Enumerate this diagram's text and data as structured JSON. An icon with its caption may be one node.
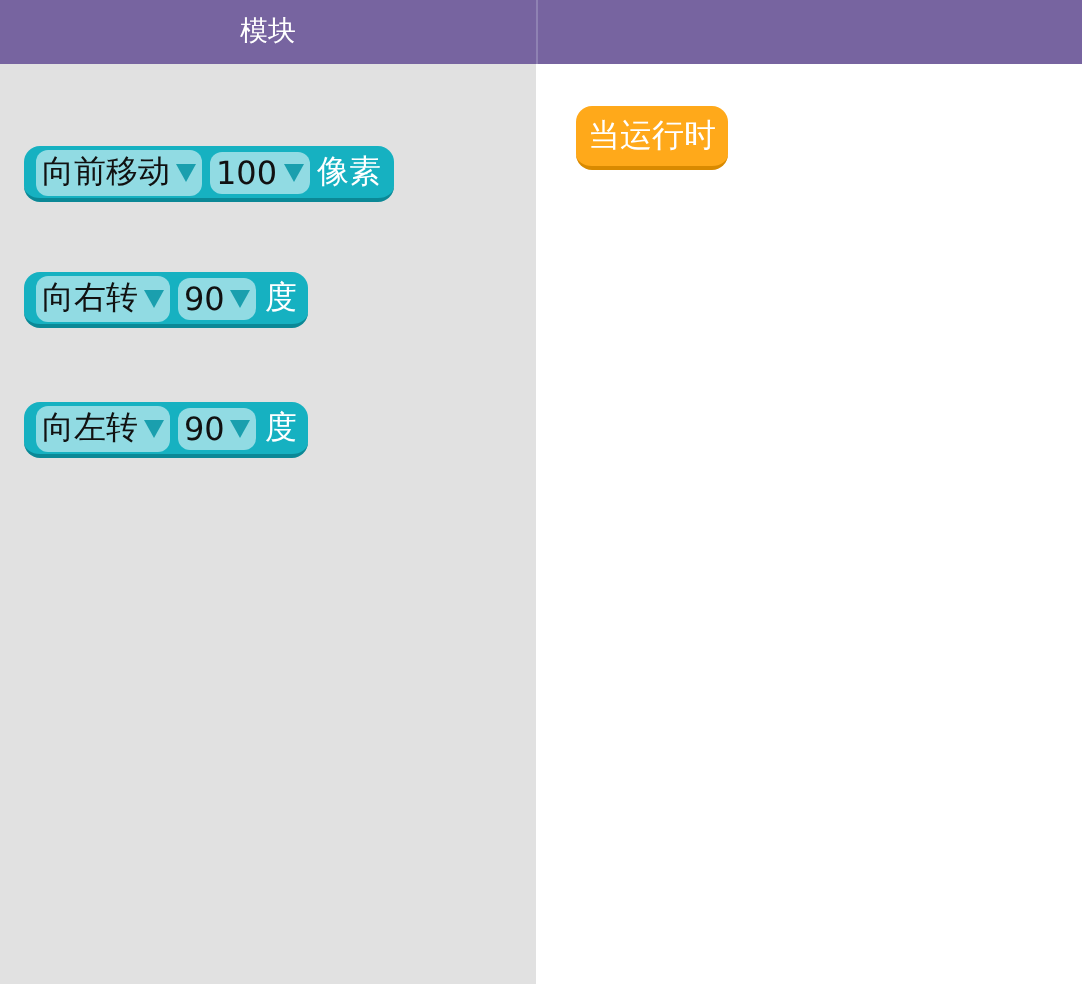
{
  "diagram": {
    "nodes": [
      {
        "text": [
          "模块"
        ]
      },
      {
        "text": [
          "向前移动",
          "100",
          "像素"
        ],
        "in": 0
      },
      {
        "text": [
          "向右转",
          "90",
          "度"
        ],
        "in": 0
      },
      {
        "text": [
          "向左转",
          "90",
          "度"
        ],
        "in": 0
      },
      {
        "text": [
          "当运行时"
        ]
      }
    ],
    "edges": []
  }
}
